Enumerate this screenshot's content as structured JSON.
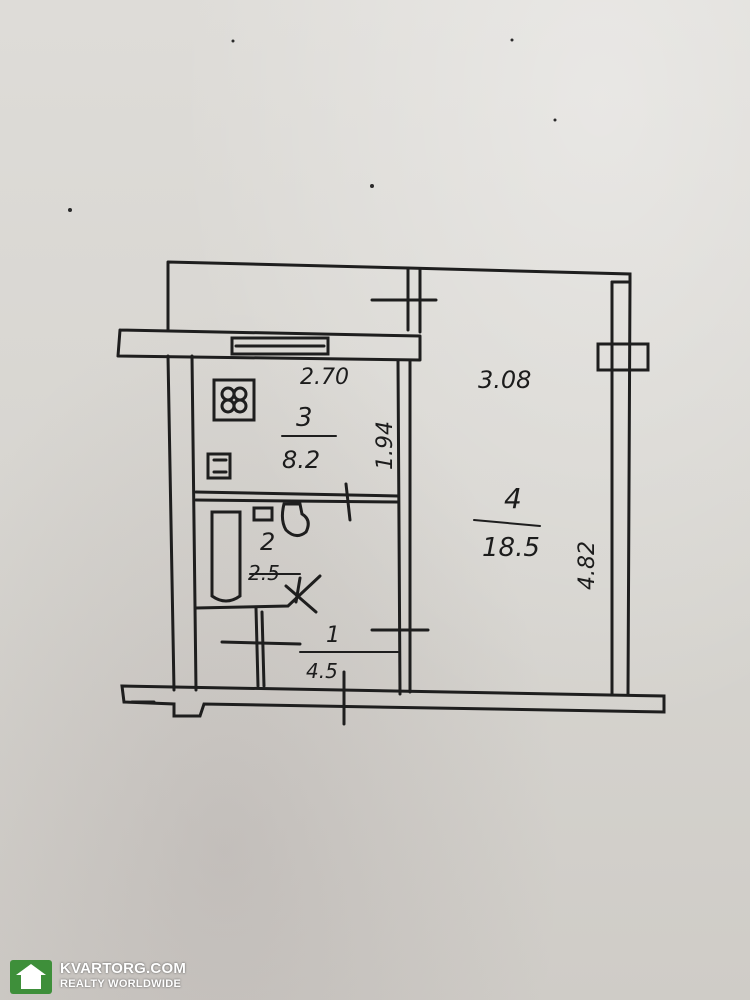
{
  "rooms": [
    {
      "number": "1",
      "area": "4.5"
    },
    {
      "number": "2",
      "area": "2.5"
    },
    {
      "number": "3",
      "area": "8.2"
    },
    {
      "number": "4",
      "area": "18.5"
    }
  ],
  "dimensions": {
    "kitchen_width": "2.70",
    "kitchen_depth": "1.94",
    "room_width": "3.08",
    "room_depth": "4.82"
  },
  "watermark": {
    "site": "KVARTORG.COM",
    "tagline": "REALTY WORLDWIDE",
    "icon": "house-icon",
    "accent_color": "#3e8f3a"
  }
}
